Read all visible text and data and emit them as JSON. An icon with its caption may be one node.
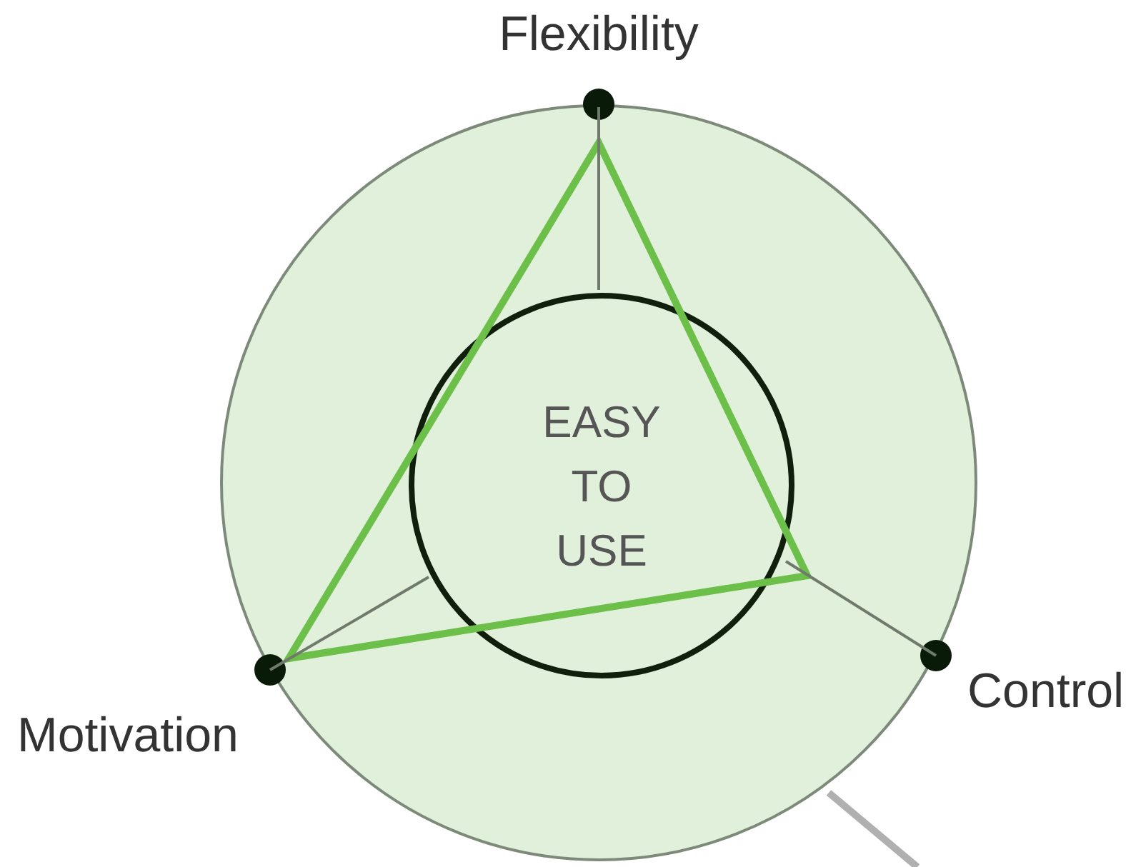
{
  "diagram": {
    "nodes": [
      {
        "text": [],
        "shape": "circle"
      },
      {
        "text": [
          "EASY TO USE"
        ],
        "in": 0
      }
    ],
    "labels": [
      "Flexibility",
      "Control",
      "Motivation"
    ]
  }
}
